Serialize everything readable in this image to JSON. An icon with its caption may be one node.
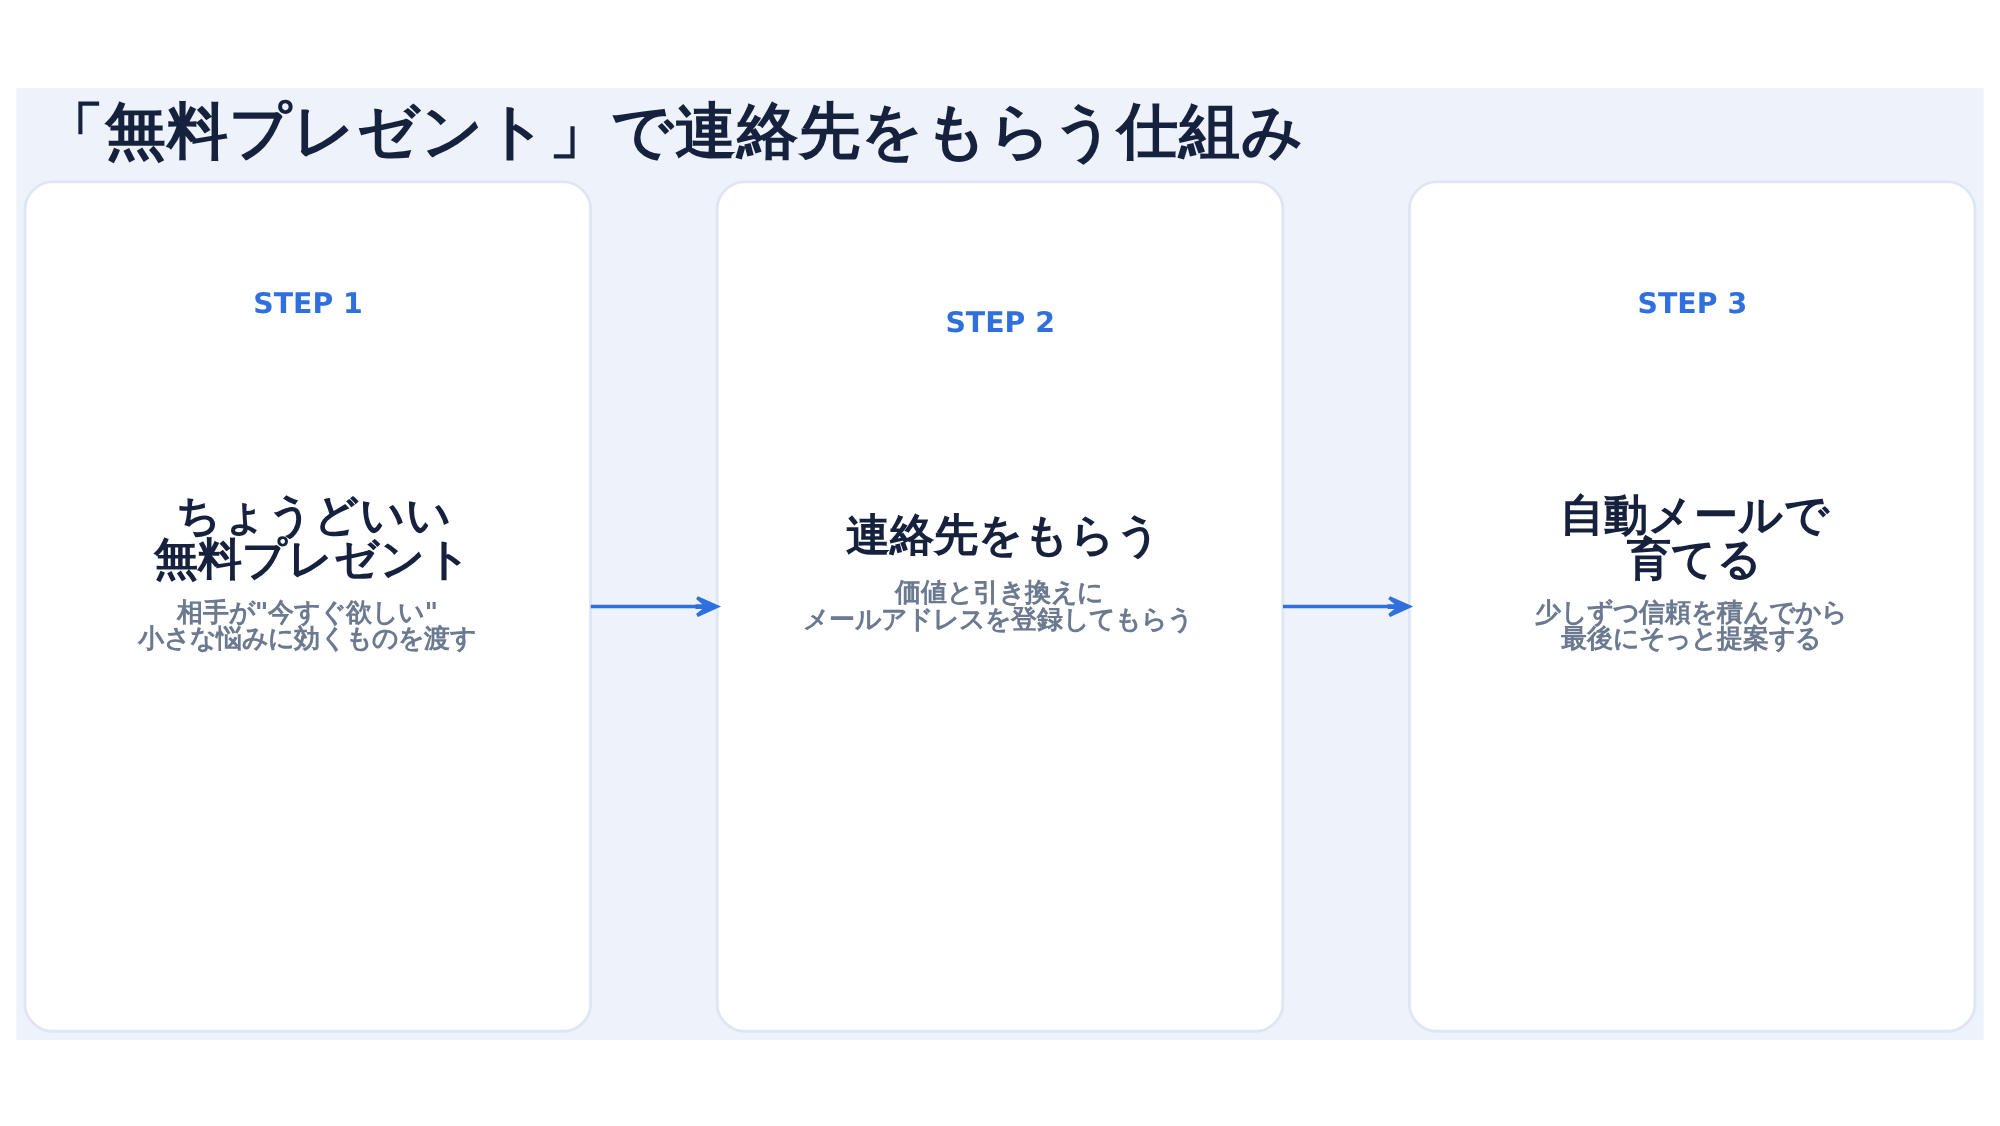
{
  "diagram": {
    "title": "「無料プレゼント」で連絡先をもらう仕組み",
    "nodes": [
      {
        "text": [
          "STEP 1",
          "ちょうどいい無料プレゼント",
          "相手が\"今すぐ欲しい\"小さな悩みに効くものを渡す"
        ]
      },
      {
        "text": [
          "STEP 2",
          "連絡先をもらう",
          "価値と引き換えにメールアドレスを登録してもらう"
        ]
      },
      {
        "text": [
          "STEP 3",
          "自動メールで育てる",
          "少しずつ信頼を積んでから最後にそっと提案する"
        ]
      }
    ],
    "edges": [
      {
        "from": 0,
        "to": 1,
        "arrow": "to"
      },
      {
        "from": 1,
        "to": 2,
        "arrow": "to"
      }
    ]
  }
}
